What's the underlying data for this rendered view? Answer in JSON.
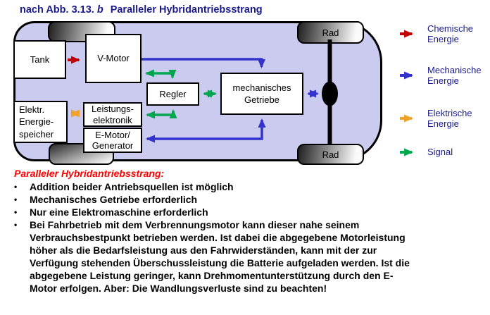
{
  "title": {
    "prefix": "nach Abb. 3.13.",
    "fig_letter": "b",
    "text": "Paralleler Hybridantriebsstrang"
  },
  "diagram": {
    "boxes": {
      "tank": "Tank",
      "v_motor": "V-Motor",
      "regler": "Regler",
      "getriebe": "mechanisches\nGetriebe",
      "speicher": "Elektr.\nEnergie-\nspeicher",
      "leistungselektronik": "Leistungs-\nelektronik",
      "e_motor": "E-Motor/\nGenerator",
      "rad_top": "Rad",
      "rad_bottom": "Rad"
    }
  },
  "legend": {
    "items": [
      {
        "name": "chemische-energie",
        "label": "Chemische\nEnergie",
        "color": "#C00000"
      },
      {
        "name": "mechanische-energie",
        "label": "Mechanische\nEnergie",
        "color": "#3333CC"
      },
      {
        "name": "elektrische-energie",
        "label": "Elektrische\nEnergie",
        "color": "#EFA32D"
      },
      {
        "name": "signal",
        "label": "Signal",
        "color": "#00A54F"
      }
    ]
  },
  "notes": {
    "heading": "Paralleler Hybridantriebsstrang:",
    "bullet_char": "•",
    "bullets": [
      "Addition beider Antriebsquellen ist möglich",
      "Mechanisches Getriebe erforderlich",
      "Nur eine Elektromaschine erforderlich",
      "Bei Fahrbetrieb mit dem Verbrennungsmotor kann dieser nahe seinem\nVerbrauchsbestpunkt betrieben werden. Ist dabei die abgegebene Motorleistung\nhöher als die Bedarfsleistung aus den Fahrwiderständen, kann mit der zur\nVerfügung stehenden Überschussleistung die Batterie aufgeladen werden. Ist die\nabgegebene Leistung geringer, kann Drehmomentunterstützung durch den E-\nMotor erfolgen. Aber: Die Wandlungsverluste sind zu beachten!"
    ]
  },
  "colors": {
    "title-navy": "#1A1A8C",
    "heading-red": "#FF0000",
    "chemische": "#C00000",
    "mechanische": "#3333CC",
    "elektrische": "#EFA32D",
    "signal-green": "#00A54F",
    "vehicle-fill": "#CBCBF0"
  }
}
